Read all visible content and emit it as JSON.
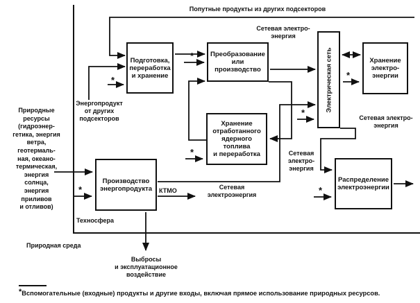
{
  "colors": {
    "ink": "#111111",
    "background": "#ffffff"
  },
  "boxes": {
    "preparation": "Подготовка,\nпереработка\nи хранение",
    "conversion": "Преобразование\nили\nпроизводство",
    "grid": "Электрическая сеть",
    "electricity_storage": "Хранение\nэлектро-\nэнергии",
    "spent_fuel_storage": "Хранение\nотработанного\nядерного топлива\nи переработка",
    "production": "Производство\nэнергопродукта",
    "distribution": "Распределение\nэлектроэнергии"
  },
  "labels": {
    "byproducts_top": "Попутные продукты из других подсекторов",
    "grid_energy_top": "Сетевая электро-\nэнергия",
    "energyware_from_other_subsectors": "Энергопродукт\nот других\nподсекторов",
    "natural_resources": "Природные\nресурсы\n(гидроэнер-\nгетика, энергия\nветра,\nгеотермаль-\nная, океано-\nтермическая,\nэнергия\nсолнца,\nэнергия\nприливов\nи отливов)",
    "technosphere": "Техносфера",
    "natural_environment": "Природная среда",
    "ktmo": "КТМО",
    "grid_energy_mid": "Сетевая\nэлектроэнергия",
    "grid_energy_between": "Сетевая\nэлектро-\nэнергия",
    "grid_energy_right": "Сетевая электро-\nэнергия",
    "emissions": "Выбросы\nи эксплуатационное\nвоздействие",
    "aux_star": "*",
    "footnote_marker": "*",
    "footnote": "Вспомогательные (входные) продукты и другие входы, включая прямое использование природных ресурсов."
  }
}
